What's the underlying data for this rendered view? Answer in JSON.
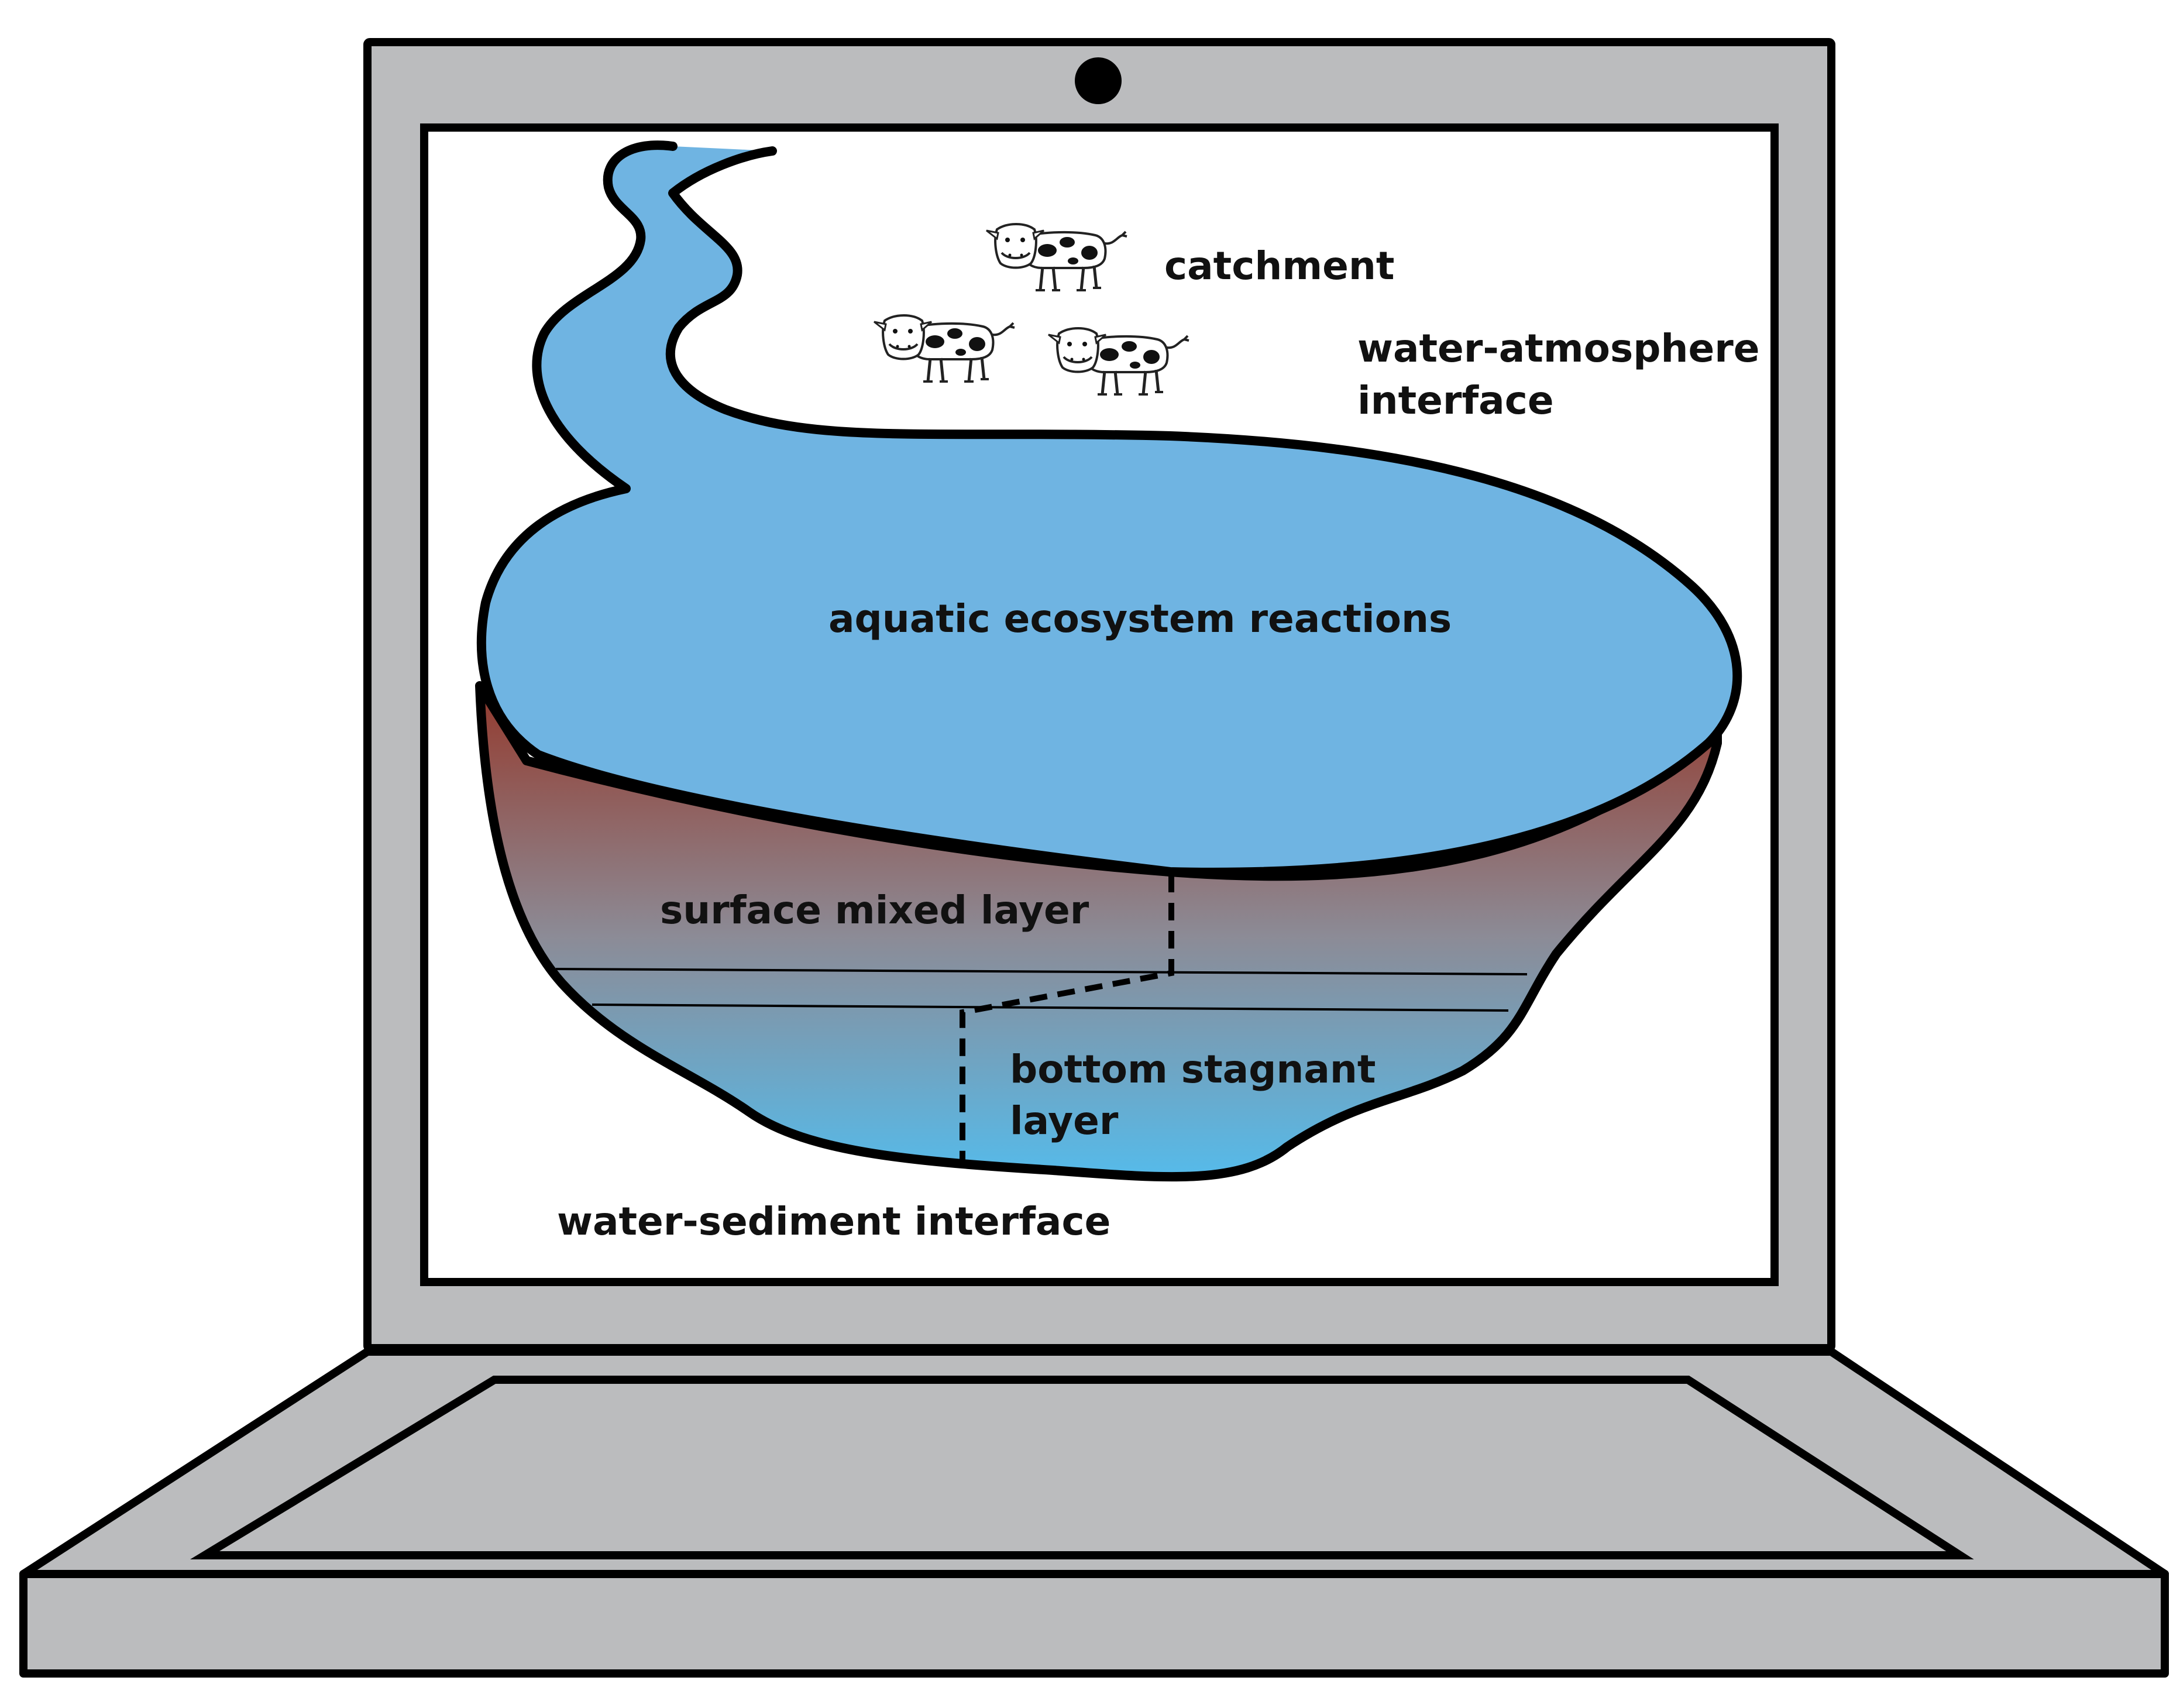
{
  "labels": {
    "catchment": "catchment",
    "water_atmosphere_line1": "water-atmosphere",
    "water_atmosphere_line2": "interface",
    "aquatic_reactions": "aquatic ecosystem reactions",
    "surface_mixed_layer": "surface mixed layer",
    "bottom_stagnant_line1": "bottom stagnant",
    "bottom_stagnant_line2": "layer",
    "water_sediment": "water-sediment interface"
  },
  "colors": {
    "laptop_body": "#bbbcbe",
    "outline": "#000000",
    "screen": "#ffffff",
    "water": "#6fb4e2",
    "sediment_top": "#94392c",
    "sediment_mid": "#8c8b96",
    "sediment_bottom": "#53bdee"
  },
  "icons": [
    "webcam-icon",
    "cow-icon",
    "cow-icon",
    "cow-icon"
  ]
}
